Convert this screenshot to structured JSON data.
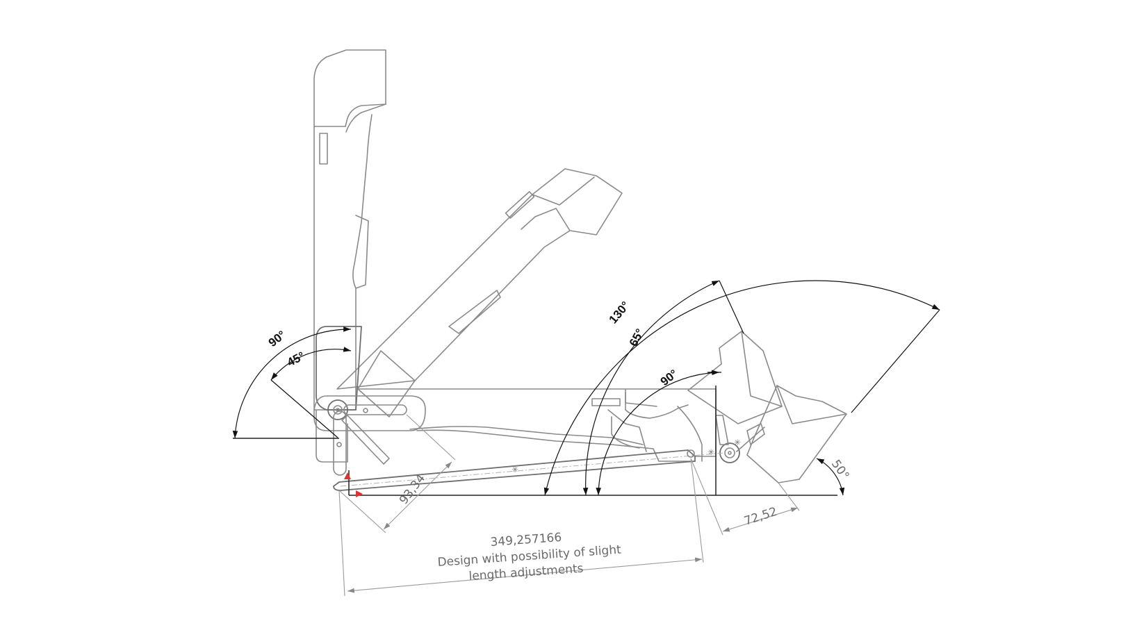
{
  "drawing": {
    "angles": {
      "a90_left": "90°",
      "a45_left": "45°",
      "a130": "130°",
      "a65": "65°",
      "a90_right": "90°",
      "a50": "50°"
    },
    "dimensions": {
      "d93": "93,34",
      "d72": "72,52",
      "d349": "349,257166"
    },
    "note": {
      "line1": "Design with possibility of slight",
      "line2": "length adjustments"
    }
  }
}
